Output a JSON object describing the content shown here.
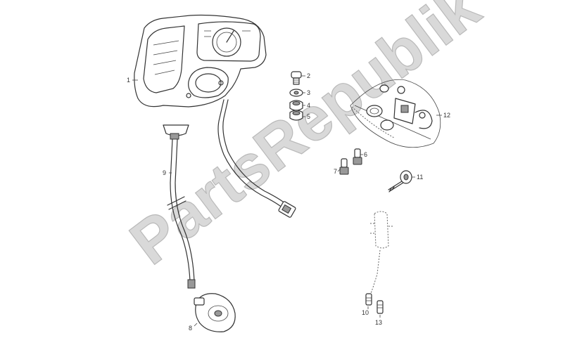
{
  "watermark": "PartsRepublik",
  "labels": {
    "p1": "1",
    "p2": "2",
    "p3": "3",
    "p4": "4",
    "p5": "5",
    "p6": "6",
    "p7": "7",
    "p8": "8",
    "p9": "9",
    "p10": "10",
    "p11": "11",
    "p12": "12",
    "p13": "13"
  },
  "colors": {
    "line": "#333333",
    "watermark_fill": "#d9d9d9",
    "background": "#ffffff"
  }
}
